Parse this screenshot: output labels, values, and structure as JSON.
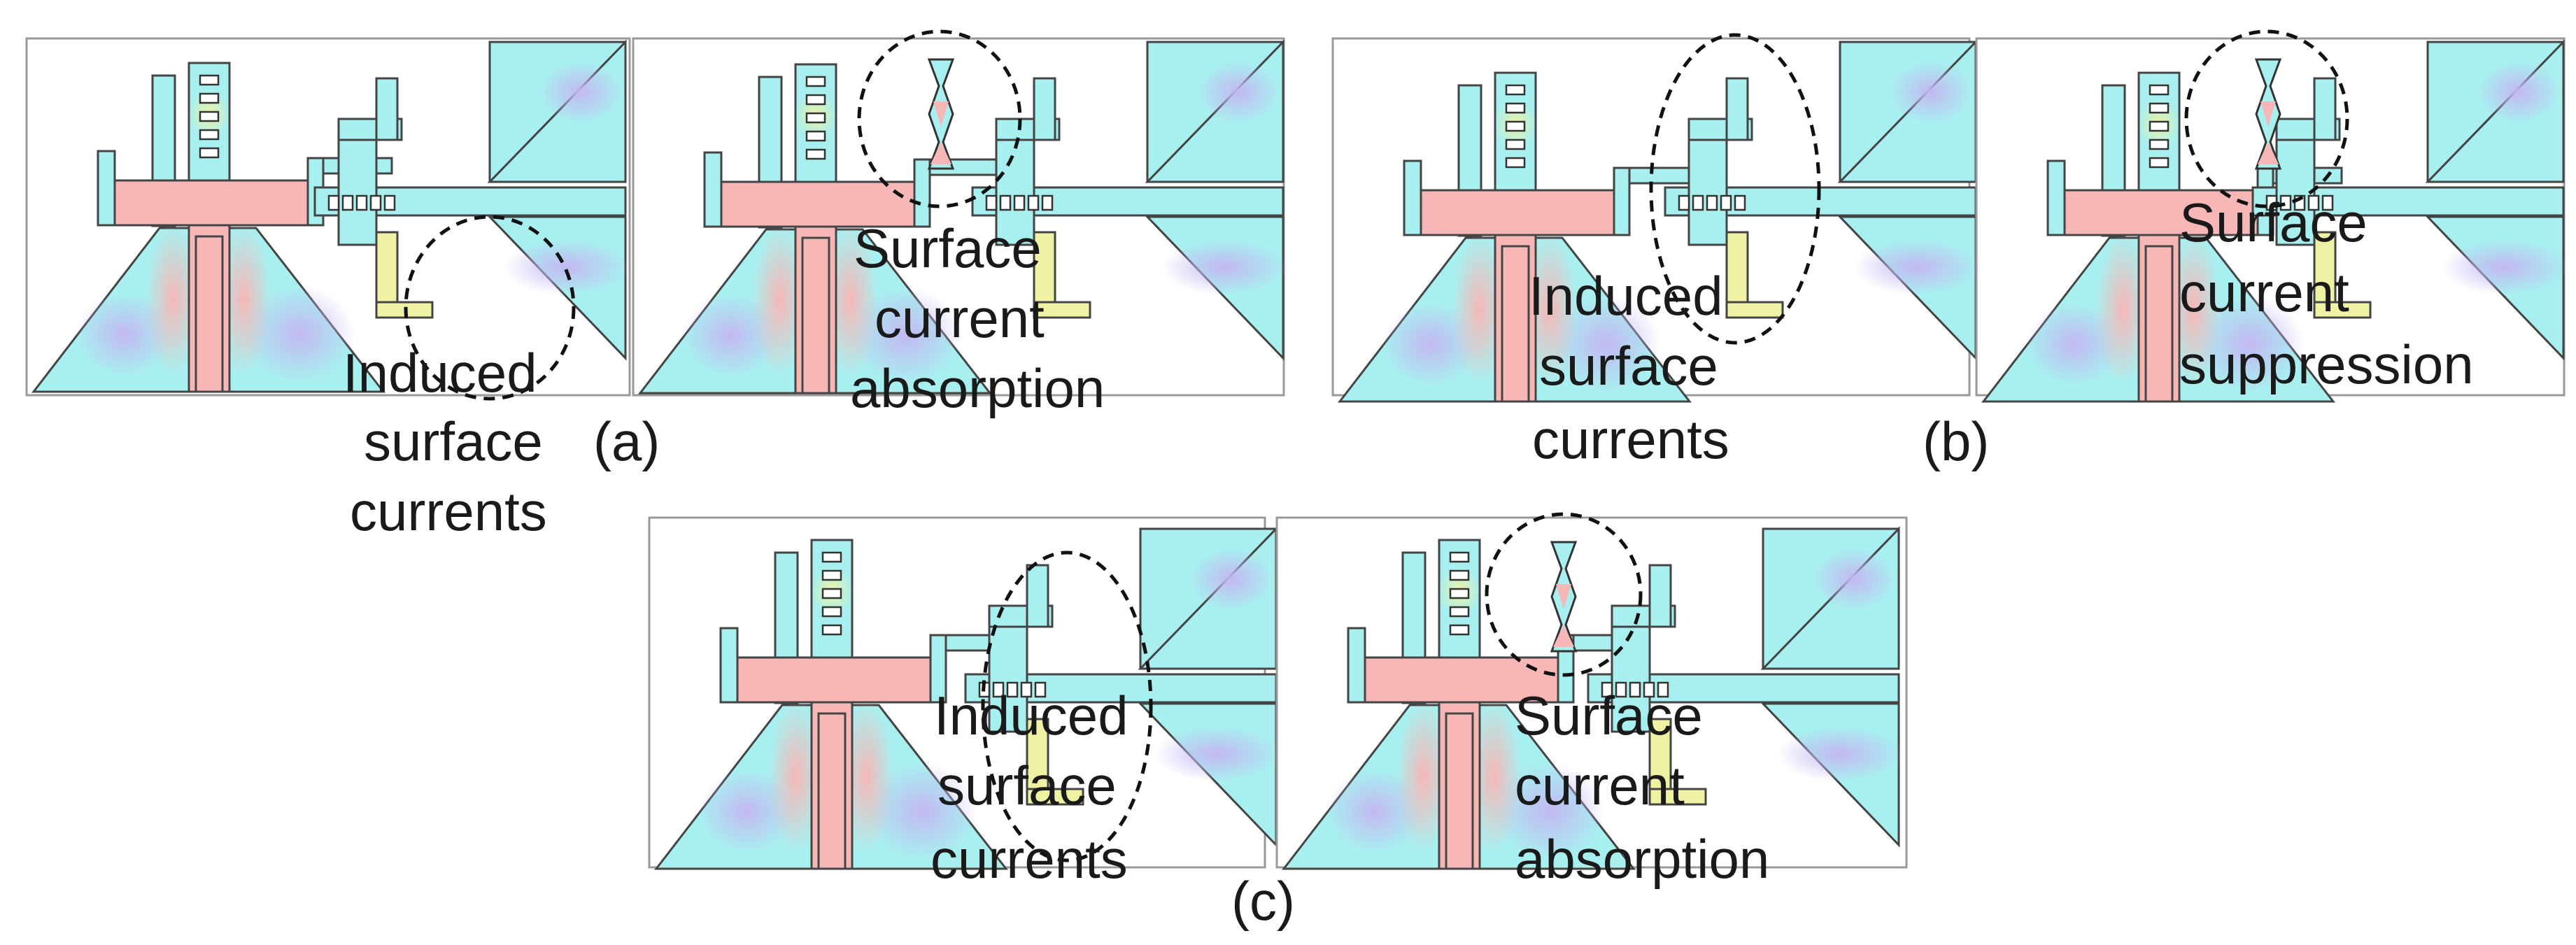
{
  "colors": {
    "cool": "#a8f0f0",
    "cold": "#c3b8f2",
    "warm": "#f7b7b7",
    "mid": "#eef2a2",
    "outline": "#444444",
    "ring": "#111111"
  },
  "panels": [
    {
      "id": "a",
      "caption": "(a)",
      "left_annotation": [
        "Induced",
        "surface",
        "currents"
      ],
      "right_annotation": [
        "Surface",
        "current",
        "absorption"
      ]
    },
    {
      "id": "b",
      "caption": "(b)",
      "left_annotation": [
        "Induced",
        "surface",
        "currents"
      ],
      "right_annotation": [
        "Surface",
        "current",
        "suppression"
      ]
    },
    {
      "id": "c",
      "caption": "(c)",
      "left_annotation": [
        "Induced",
        "surface",
        "currents"
      ],
      "right_annotation": [
        "Surface",
        "current",
        "absorption"
      ]
    }
  ]
}
